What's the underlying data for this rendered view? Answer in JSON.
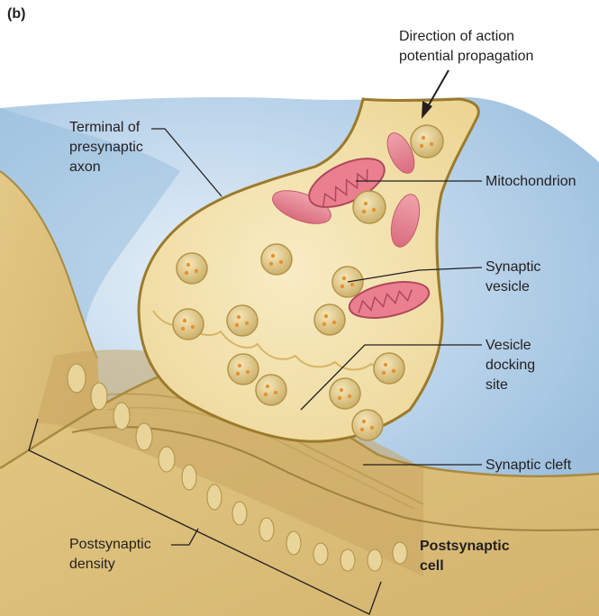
{
  "panel_label": "(b)",
  "labels": {
    "direction": "Direction of action\npotential propagation",
    "terminal": "Terminal of\npresynaptic\naxon",
    "mitochondrion": "Mitochondrion",
    "synaptic_vesicle": "Synaptic\nvesicle",
    "docking_site": "Vesicle\ndocking\nsite",
    "synaptic_cleft": "Synaptic cleft",
    "postsynaptic_density": "Postsynaptic\ndensity",
    "postsynaptic_cell": "Postsynaptic\ncell"
  },
  "colors": {
    "background_fluid": "#a9c9e2",
    "cell_fill": "#f1dda3",
    "membrane": "#9c7a2c",
    "vesicle": "#e7cf8c",
    "vesicle_dot": "#e8922f",
    "mitochondrion": "#e07f8e",
    "postsynaptic_band": "#c9a662"
  }
}
